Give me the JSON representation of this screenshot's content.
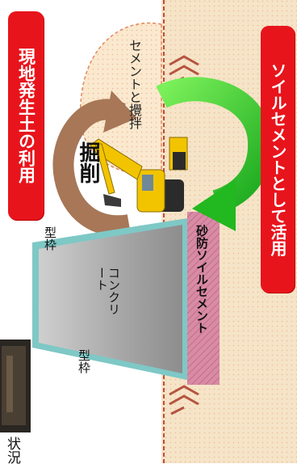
{
  "labels": {
    "local_soil_use": "現地発生土の利用",
    "mix_with_cement": "セメントと攪拌",
    "excavation": "掘削",
    "use_as_soil_cement": "ソイルセメントとして活用",
    "formwork_top": "型枠",
    "formwork_bottom": "型枠",
    "concrete": "コンクリート",
    "erosion_soil_cement": "砂防ソイルセメント",
    "photo_caption_fragment": "状況"
  },
  "colors": {
    "ground": "#f6e4c8",
    "ground_texture": "#e6b890",
    "concrete": "#a7a7a7",
    "formwork": "#7ec8c6",
    "soil_cement": "#d98aa4",
    "red_label": "#e8141c",
    "green_arrow": "#2ec52a",
    "brown_arrow": "#a77757",
    "excavator": "#f2c400"
  },
  "icons": {
    "excavator": "excavator-icon",
    "green_arrow": "curved-arrow-icon",
    "brown_arrow": "circular-arrow-icon"
  }
}
